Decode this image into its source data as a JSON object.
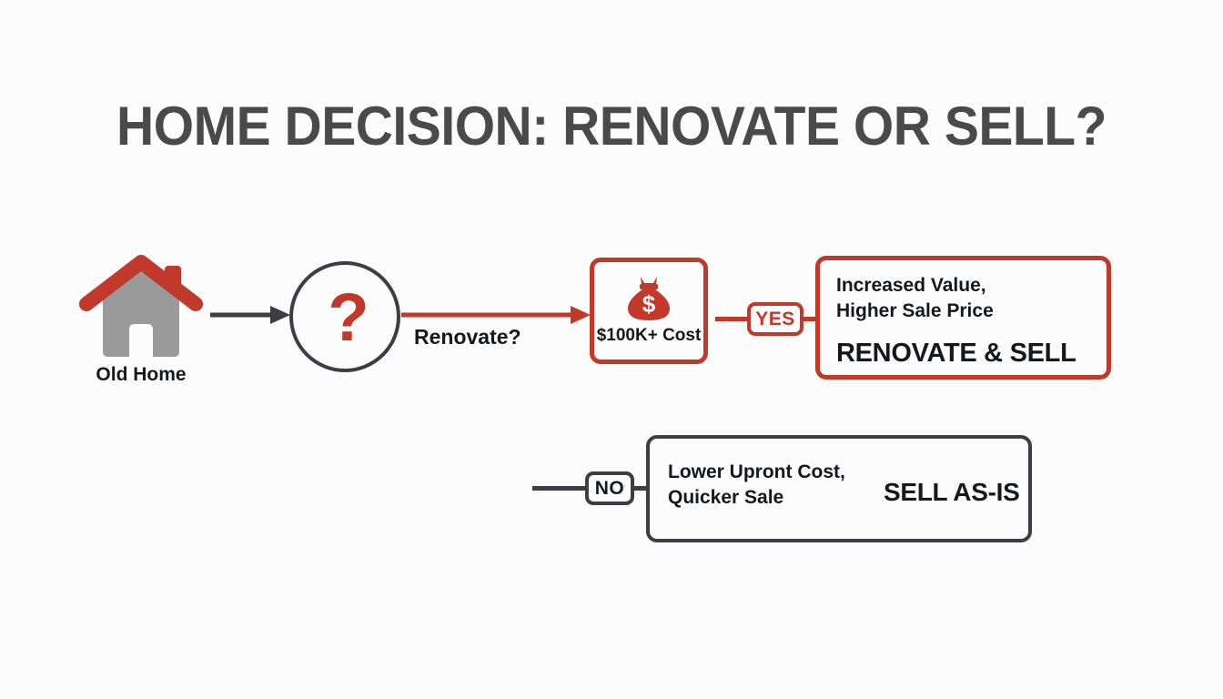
{
  "page": {
    "title": "HOME DECISION: RENOVATE OR SELL?",
    "background_color": "#fcfcfd",
    "accent_red": "#c0392b",
    "dark_gray": "#3e3e42",
    "house_gray": "#9a9a9a"
  },
  "start": {
    "icon": "house-icon",
    "label": "Old Home"
  },
  "connector_start": {
    "icon": "arrow-right-icon"
  },
  "decision": {
    "icon": "question-mark-icon",
    "symbol": "?",
    "edge_label": "Renovate?"
  },
  "cost_node": {
    "icon": "money-bag-icon",
    "currency_symbol": "$",
    "label": "$100K+ Cost"
  },
  "branches": [
    {
      "id": "yes",
      "badge": "YES",
      "badge_color": "#c0392b",
      "detail_line_1": "Increased Value,",
      "detail_line_2": "Higher Sale Price",
      "outcome": "RENOVATE & SELL"
    },
    {
      "id": "no",
      "badge": "NO",
      "badge_color": "#16181a",
      "detail_line_1": "Lower Upront Cost,",
      "detail_line_2": "Quicker Sale",
      "outcome": "SELL AS-IS"
    }
  ]
}
